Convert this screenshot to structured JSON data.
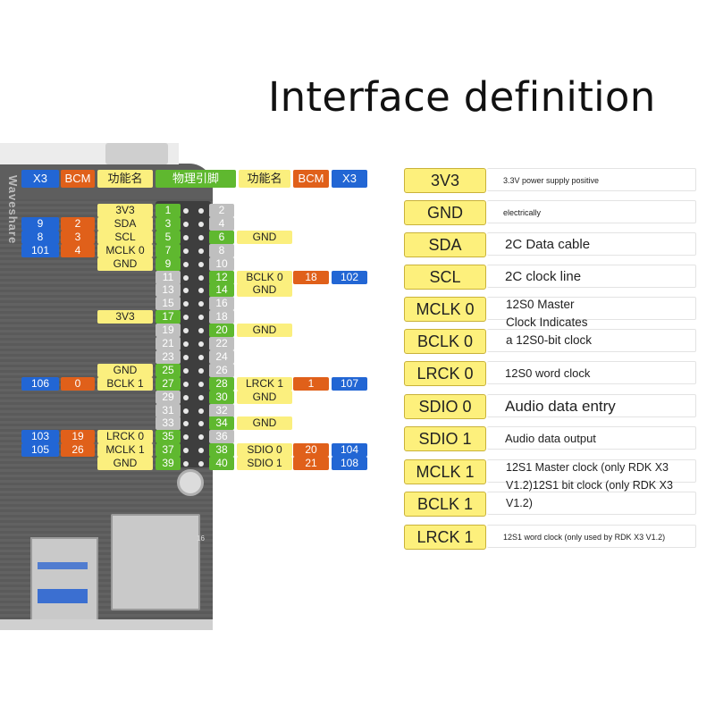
{
  "title": "Interface definition",
  "board": {
    "brand": "Waveshare",
    "small_mark": "16"
  },
  "header": {
    "x3": "X3",
    "bcm": "BCM",
    "func": "功能名",
    "phys": "物理引脚"
  },
  "left_pins": [
    {
      "x3": "",
      "bcm": "",
      "func": "3V3",
      "pin": "1",
      "pin_color": "green"
    },
    {
      "x3": "9",
      "bcm": "2",
      "func": "SDA",
      "pin": "3",
      "pin_color": "green"
    },
    {
      "x3": "8",
      "bcm": "3",
      "func": "SCL",
      "pin": "5",
      "pin_color": "green"
    },
    {
      "x3": "101",
      "bcm": "4",
      "func": "MCLK 0",
      "pin": "7",
      "pin_color": "green"
    },
    {
      "x3": "",
      "bcm": "",
      "func": "GND",
      "pin": "9",
      "pin_color": "green"
    },
    {
      "x3": "",
      "bcm": "",
      "func": "",
      "pin": "11",
      "pin_color": "grey"
    },
    {
      "x3": "",
      "bcm": "",
      "func": "",
      "pin": "13",
      "pin_color": "grey"
    },
    {
      "x3": "",
      "bcm": "",
      "func": "",
      "pin": "15",
      "pin_color": "grey"
    },
    {
      "x3": "",
      "bcm": "",
      "func": "3V3",
      "pin": "17",
      "pin_color": "green"
    },
    {
      "x3": "",
      "bcm": "",
      "func": "",
      "pin": "19",
      "pin_color": "grey"
    },
    {
      "x3": "",
      "bcm": "",
      "func": "",
      "pin": "21",
      "pin_color": "grey"
    },
    {
      "x3": "",
      "bcm": "",
      "func": "",
      "pin": "23",
      "pin_color": "grey"
    },
    {
      "x3": "",
      "bcm": "",
      "func": "GND",
      "pin": "25",
      "pin_color": "green"
    },
    {
      "x3": "106",
      "bcm": "0",
      "func": "BCLK 1",
      "pin": "27",
      "pin_color": "green"
    },
    {
      "x3": "",
      "bcm": "",
      "func": "",
      "pin": "29",
      "pin_color": "grey"
    },
    {
      "x3": "",
      "bcm": "",
      "func": "",
      "pin": "31",
      "pin_color": "grey"
    },
    {
      "x3": "",
      "bcm": "",
      "func": "",
      "pin": "33",
      "pin_color": "grey"
    },
    {
      "x3": "103",
      "bcm": "19",
      "func": "LRCK 0",
      "pin": "35",
      "pin_color": "green"
    },
    {
      "x3": "105",
      "bcm": "26",
      "func": "MCLK 1",
      "pin": "37",
      "pin_color": "green"
    },
    {
      "x3": "",
      "bcm": "",
      "func": "GND",
      "pin": "39",
      "pin_color": "green"
    }
  ],
  "right_pins": [
    {
      "pin": "2",
      "pin_color": "grey",
      "func": "",
      "bcm": "",
      "x3": ""
    },
    {
      "pin": "4",
      "pin_color": "grey",
      "func": "",
      "bcm": "",
      "x3": ""
    },
    {
      "pin": "6",
      "pin_color": "green",
      "func": "GND",
      "bcm": "",
      "x3": ""
    },
    {
      "pin": "8",
      "pin_color": "grey",
      "func": "",
      "bcm": "",
      "x3": ""
    },
    {
      "pin": "10",
      "pin_color": "grey",
      "func": "",
      "bcm": "",
      "x3": ""
    },
    {
      "pin": "12",
      "pin_color": "green",
      "func": "BCLK 0",
      "bcm": "18",
      "x3": "102"
    },
    {
      "pin": "14",
      "pin_color": "green",
      "func": "GND",
      "bcm": "",
      "x3": ""
    },
    {
      "pin": "16",
      "pin_color": "grey",
      "func": "",
      "bcm": "",
      "x3": ""
    },
    {
      "pin": "18",
      "pin_color": "grey",
      "func": "",
      "bcm": "",
      "x3": ""
    },
    {
      "pin": "20",
      "pin_color": "green",
      "func": "GND",
      "bcm": "",
      "x3": ""
    },
    {
      "pin": "22",
      "pin_color": "grey",
      "func": "",
      "bcm": "",
      "x3": ""
    },
    {
      "pin": "24",
      "pin_color": "grey",
      "func": "",
      "bcm": "",
      "x3": ""
    },
    {
      "pin": "26",
      "pin_color": "grey",
      "func": "",
      "bcm": "",
      "x3": ""
    },
    {
      "pin": "28",
      "pin_color": "green",
      "func": "LRCK 1",
      "bcm": "1",
      "x3": "107"
    },
    {
      "pin": "30",
      "pin_color": "green",
      "func": "GND",
      "bcm": "",
      "x3": ""
    },
    {
      "pin": "32",
      "pin_color": "grey",
      "func": "",
      "bcm": "",
      "x3": ""
    },
    {
      "pin": "34",
      "pin_color": "green",
      "func": "GND",
      "bcm": "",
      "x3": ""
    },
    {
      "pin": "36",
      "pin_color": "grey",
      "func": "",
      "bcm": "",
      "x3": ""
    },
    {
      "pin": "38",
      "pin_color": "green",
      "func": "SDIO 0",
      "bcm": "20",
      "x3": "104"
    },
    {
      "pin": "40",
      "pin_color": "green",
      "func": "SDIO 1",
      "bcm": "21",
      "x3": "108"
    }
  ],
  "legend": [
    {
      "name": "3V3",
      "desc": "3.3V power supply positive",
      "size": "small"
    },
    {
      "name": "GND",
      "desc": "electrically",
      "size": "small"
    },
    {
      "name": "SDA",
      "desc": "2C Data cable",
      "size": "normal"
    },
    {
      "name": "SCL",
      "desc": "2C clock line",
      "size": "normal"
    },
    {
      "name": "MCLK 0",
      "desc": "",
      "size": "normal"
    },
    {
      "name": "BCLK 0",
      "desc": "",
      "size": "normal"
    },
    {
      "name": "LRCK 0",
      "desc": "12S0 word clock",
      "size": "med"
    },
    {
      "name": "SDIO 0",
      "desc": "Audio data entry",
      "size": "big"
    },
    {
      "name": "SDIO 1",
      "desc": "Audio data output",
      "size": "med"
    },
    {
      "name": "MCLK 1",
      "desc": "",
      "size": "normal"
    },
    {
      "name": "BCLK 1",
      "desc": "",
      "size": "normal"
    },
    {
      "name": "LRCK 1",
      "desc": "12S1 word clock (only used by RDK X3 V1.2)",
      "size": "small"
    }
  ],
  "mclk0_bclk0_note": [
    "12S0 Master",
    "Clock Indicates",
    "a 12S0-bit clock"
  ],
  "mclk1_bclk1_note": [
    "12S1 Master clock (only RDK X3",
    "V1.2)12S1 bit clock (only RDK X3",
    "V1.2)"
  ],
  "colors": {
    "blue": "#2266d4",
    "orange": "#e0601a",
    "yellow": "#fbef7e",
    "green": "#5fb82f",
    "grey": "#bfbfbf"
  }
}
